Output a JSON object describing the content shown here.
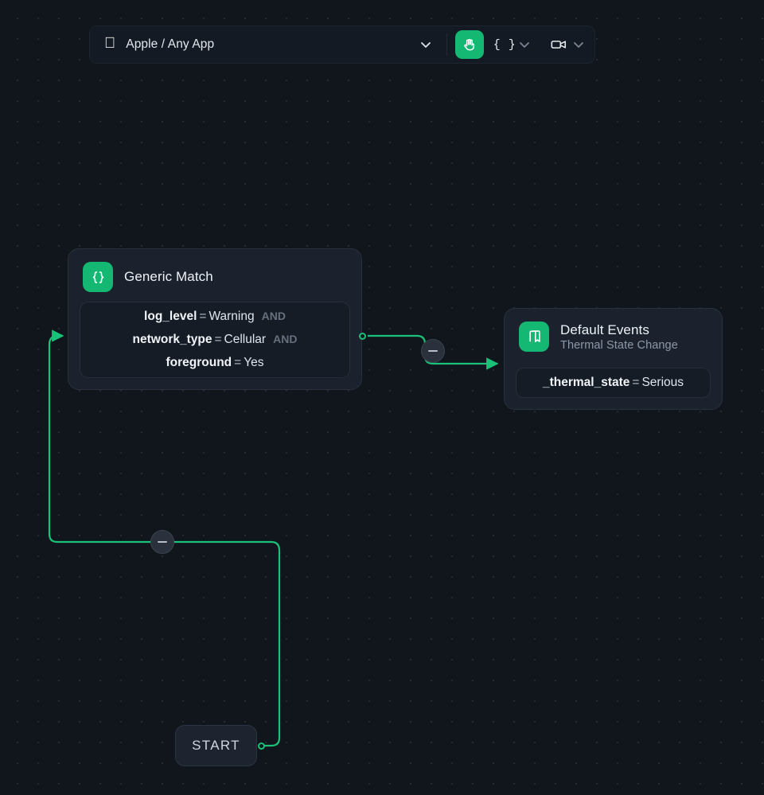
{
  "toolbar": {
    "app_selector": {
      "icon": "apple-logo-icon",
      "label": "Apple / Any App",
      "chevron": "chevron-down-icon"
    },
    "pan_tool": {
      "icon": "hand-icon",
      "active": true,
      "accent": "#14b872"
    },
    "code_tool": {
      "icon": "braces-icon",
      "label": "{ }",
      "chevron": "chevron-down-icon"
    },
    "video_tool": {
      "icon": "video-camera-icon",
      "chevron": "chevron-down-icon"
    }
  },
  "canvas": {
    "background": "#11151c",
    "dot_color": "#262b33",
    "edge_color": "#19c278"
  },
  "nodes": {
    "start": {
      "label": "START"
    },
    "generic_match": {
      "icon": "braces-icon",
      "title": "Generic Match",
      "conditions": [
        {
          "key": "log_level",
          "op": "=",
          "value": "Warning",
          "join": "AND"
        },
        {
          "key": "network_type",
          "op": "=",
          "value": "Cellular",
          "join": "AND"
        },
        {
          "key": "foreground",
          "op": "=",
          "value": "Yes",
          "join": ""
        }
      ]
    },
    "default_events": {
      "icon": "bookmark-icon",
      "title": "Default Events",
      "subtitle": "Thermal State Change",
      "conditions": [
        {
          "key": "_thermal_state",
          "op": "=",
          "value": "Serious",
          "join": ""
        }
      ]
    }
  },
  "edges": [
    {
      "from": "start",
      "to": "generic_match",
      "badge": "collapse-icon"
    },
    {
      "from": "generic_match",
      "to": "default_events",
      "badge": "collapse-icon"
    }
  ]
}
